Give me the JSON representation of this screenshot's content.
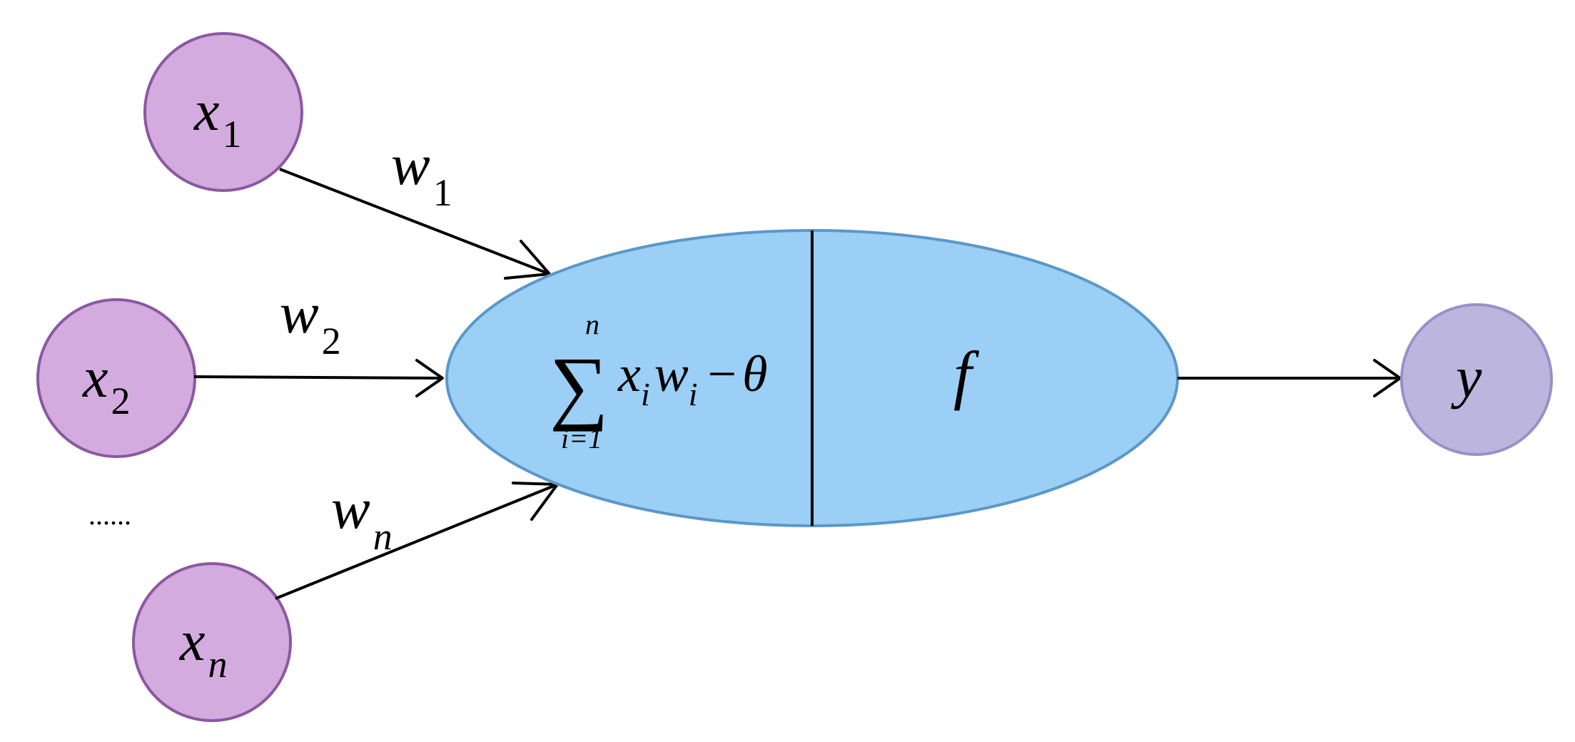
{
  "colors": {
    "input_fill": "#d3abdf",
    "input_stroke": "#8c58a0",
    "output_fill": "#bcb6df",
    "output_stroke": "#9a90c8",
    "neuron_fill": "#9bcff5",
    "neuron_stroke": "#5b97c9",
    "line": "#000000"
  },
  "inputs": [
    {
      "var": "x",
      "sub": "1"
    },
    {
      "var": "x",
      "sub": "2"
    },
    {
      "var": "x",
      "sub": "n"
    }
  ],
  "weights": [
    {
      "var": "w",
      "sub": "1"
    },
    {
      "var": "w",
      "sub": "2"
    },
    {
      "var": "w",
      "sub": "n"
    }
  ],
  "ellipsis": "......",
  "neuron": {
    "sum_symbol": "∑",
    "sum_upper": "n",
    "sum_lower": "i=1",
    "term_x": "x",
    "term_x_sub": "i",
    "term_w": "w",
    "term_w_sub": "i",
    "minus": "−",
    "theta": "θ",
    "activation": "f"
  },
  "output": {
    "var": "y"
  }
}
